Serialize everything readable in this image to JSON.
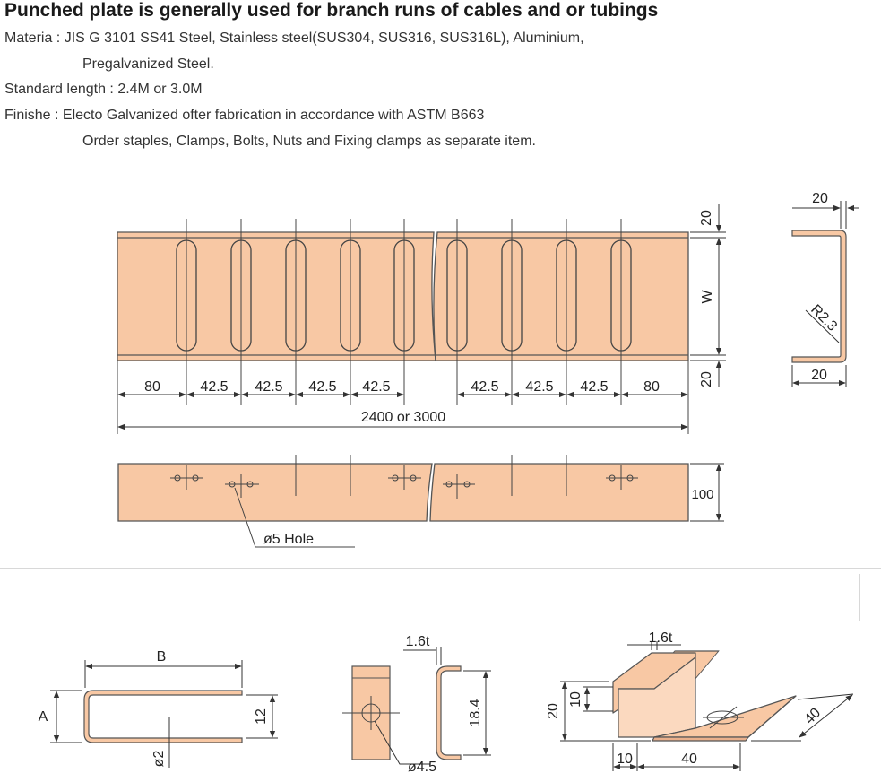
{
  "title": "Punched plate is generally used for branch runs of cables and or tubings",
  "spec": {
    "material_line1": "Materia : JIS G 3101 SS41 Steel, Stainless steel(SUS304, SUS316, SUS316L), Aluminium,",
    "material_line2": "Pregalvanized Steel.",
    "length": "Standard length : 2.4M or 3.0M",
    "finish_line1": "Finishe : Electo Galvanized ofter fabrication in accordance with ASTM B663",
    "finish_line2": "Order staples, Clamps, Bolts, Nuts and Fixing clamps as separate item."
  },
  "plan_view": {
    "dims_left": [
      "80",
      "42.5",
      "42.5",
      "42.5",
      "42.5"
    ],
    "dims_right": [
      "42.5",
      "42.5",
      "42.5",
      "80"
    ],
    "overall": "2400 or 3000",
    "edge_top": "20",
    "edge_bottom": "20",
    "width": "W"
  },
  "section": {
    "flange_top": "20",
    "flange_bottom": "20",
    "radius": "R2.3"
  },
  "side_view": {
    "height": "100",
    "hole": "ø5 Hole"
  },
  "staple": {
    "a": "A",
    "b": "B",
    "height": "12",
    "dia": "ø2"
  },
  "clamp": {
    "thickness": "1.6t",
    "height": "18.4",
    "hole": "ø4.5"
  },
  "fixing_clamp": {
    "thickness": "1.6t",
    "d10v": "10",
    "d20": "20",
    "d10h": "10",
    "d40": "40",
    "d40diag": "40"
  },
  "colors": {
    "plate_fill": "#f8c8a4",
    "plate_stroke": "#555555",
    "line": "#333333"
  }
}
